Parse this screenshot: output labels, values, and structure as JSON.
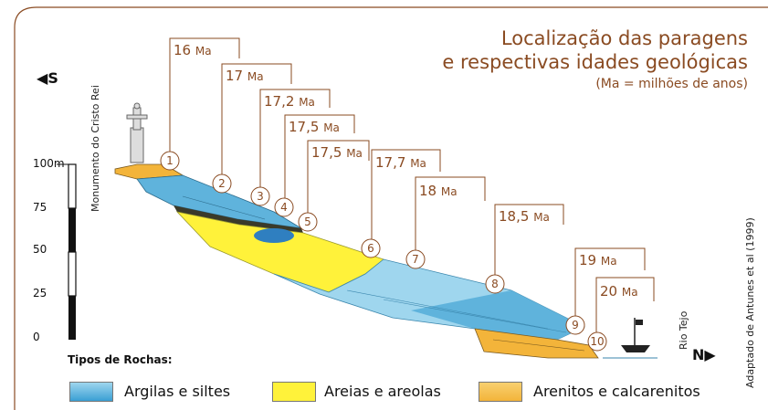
{
  "title_line1": "Localização das paragens",
  "title_line2": "e respectivas idades geológicas",
  "title_line3": "(Ma = milhões de anos)",
  "south_label": "S",
  "north_label": "N",
  "monument_label": "Monumento do Cristo Rei",
  "river_label": "Rio Tejo",
  "source_label": "Adaptado de Antunes et al (1999)",
  "scale_ticks": [
    "100m",
    "75",
    "50",
    "25",
    "0"
  ],
  "stops": [
    {
      "n": "1",
      "age": "16",
      "unit": "Ma"
    },
    {
      "n": "2",
      "age": "17",
      "unit": "Ma"
    },
    {
      "n": "3",
      "age": "17,2",
      "unit": "Ma"
    },
    {
      "n": "4",
      "age": "17,5",
      "unit": "Ma"
    },
    {
      "n": "5",
      "age": "17,5",
      "unit": "Ma"
    },
    {
      "n": "6",
      "age": "17,7",
      "unit": "Ma"
    },
    {
      "n": "7",
      "age": "18",
      "unit": "Ma"
    },
    {
      "n": "8",
      "age": "18,5",
      "unit": "Ma"
    },
    {
      "n": "9",
      "age": "19",
      "unit": "Ma"
    },
    {
      "n": "10",
      "age": "20",
      "unit": "Ma"
    }
  ],
  "legend": {
    "heading": "Tipos de Rochas:",
    "items": [
      {
        "label": "Argilas e siltes",
        "color": "#5fb3dc"
      },
      {
        "label": "Areias e areolas",
        "color": "#fff23a"
      },
      {
        "label": "Arenitos e calcarenitos",
        "color": "#f3b43a"
      }
    ]
  },
  "colors": {
    "accent": "#8a4b22",
    "clay": "#5fb3dc",
    "sand": "#fff23a",
    "sandstone": "#f3b43a"
  }
}
